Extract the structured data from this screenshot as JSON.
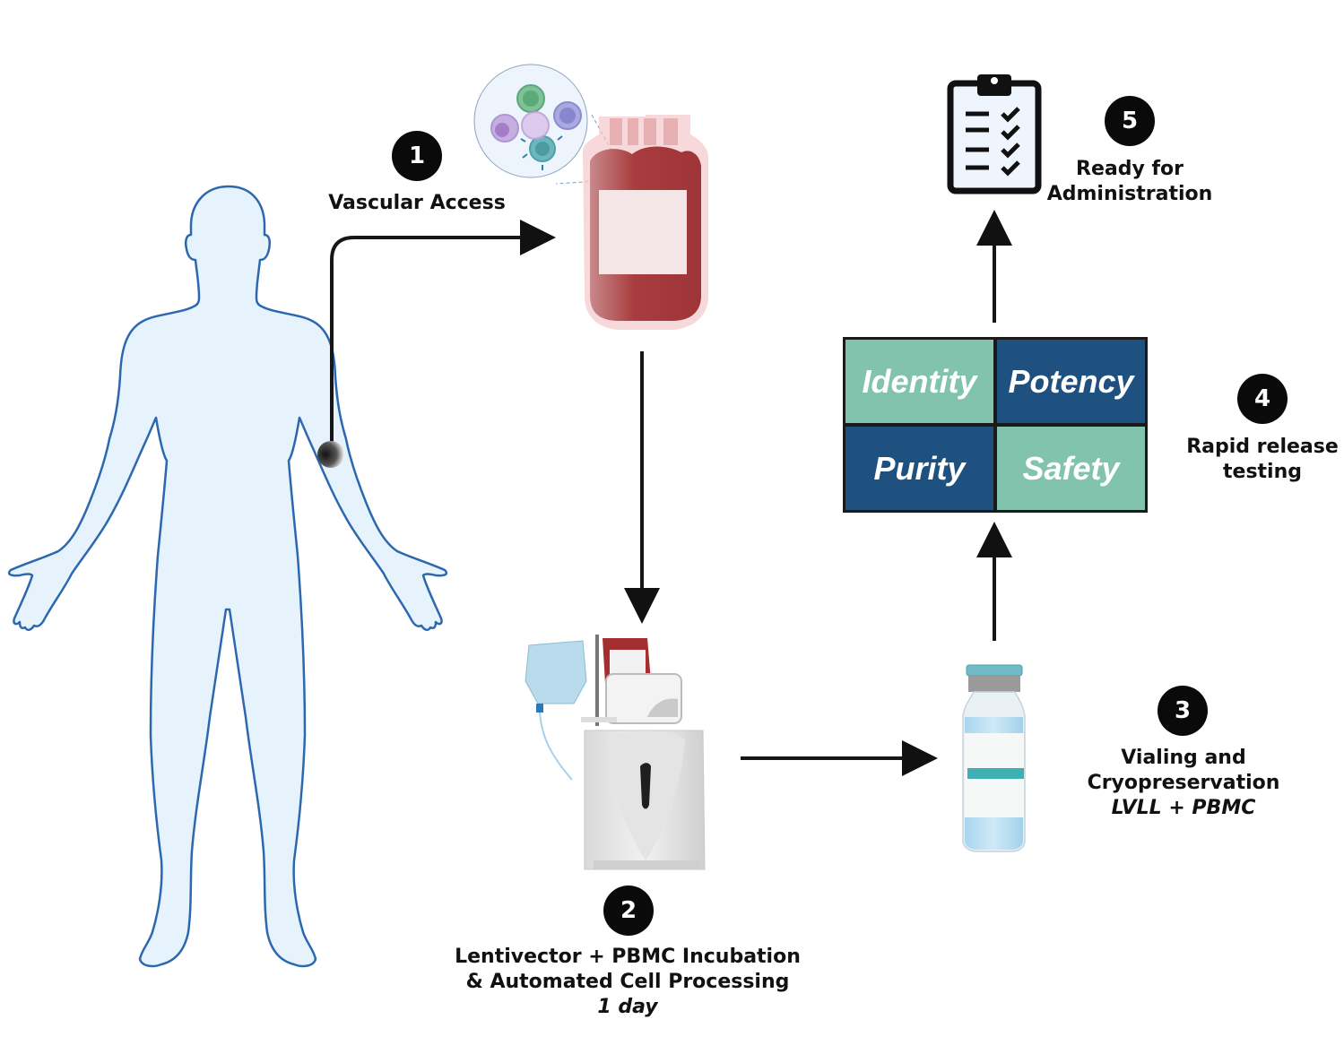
{
  "title": "Rapid manufacturing workflow",
  "colors": {
    "teal_cell": "#82c3ae",
    "navy_cell": "#1f5180",
    "body_fill": "#e6f3fd",
    "body_outline": "#2c68b0",
    "blood": "#a83c3e",
    "badge": "#0a0a0a"
  },
  "steps": [
    {
      "number": "1",
      "lines": [
        "Vascular Access"
      ],
      "italic": ""
    },
    {
      "number": "2",
      "lines": [
        "Lentivector + PBMC Incubation",
        "& Automated Cell Processing"
      ],
      "italic": "1 day"
    },
    {
      "number": "3",
      "lines": [
        "Vialing and",
        "Cryopreservation"
      ],
      "italic": "LVLL + PBMC"
    },
    {
      "number": "4",
      "lines": [
        "Rapid release",
        "testing"
      ],
      "italic": ""
    },
    {
      "number": "5",
      "lines": [
        "Ready for",
        "Administration"
      ],
      "italic": ""
    }
  ],
  "release_tests": [
    "Identity",
    "Potency",
    "Purity",
    "Safety"
  ],
  "icons": [
    "human-body-icon",
    "blood-bag-icon",
    "cell-magnifier-icon",
    "cell-processor-icon",
    "vial-icon",
    "clipboard-checklist-icon"
  ]
}
